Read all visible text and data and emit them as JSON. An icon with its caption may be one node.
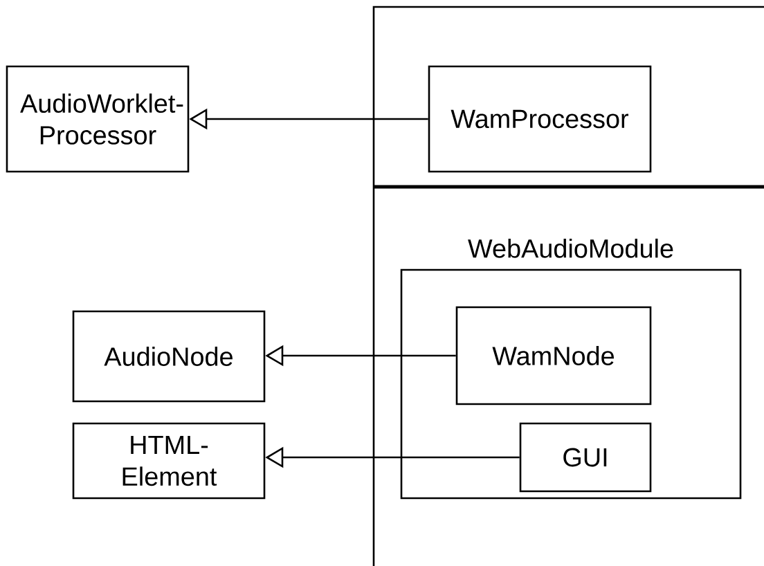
{
  "diagram": {
    "nodes": [
      {
        "text": [
          "AudioWorklet-Processor"
        ]
      },
      {
        "text": [
          "WamProcessor"
        ]
      },
      {
        "text": [
          "WebAudioModule"
        ]
      },
      {
        "text": [
          "AudioNode"
        ]
      },
      {
        "text": [
          "WamNode"
        ],
        "in": 2
      },
      {
        "text": [
          "HTML-Element"
        ]
      },
      {
        "text": [
          "GUI"
        ],
        "in": 2
      }
    ],
    "edges": [
      {
        "from": 1,
        "to": 0,
        "arrow": "to"
      },
      {
        "from": 4,
        "to": 3,
        "arrow": "to"
      },
      {
        "from": 6,
        "to": 5,
        "arrow": "to"
      }
    ]
  }
}
